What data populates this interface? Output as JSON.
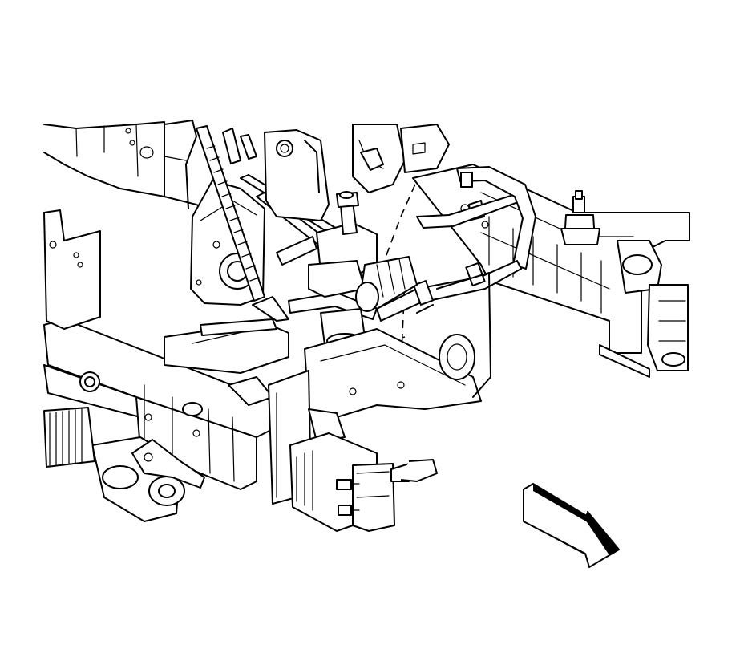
{
  "figure": {
    "kind": "exploded line illustration",
    "subject_parts": [
      "steering-gear",
      "frame-crossmember",
      "power-steering-lines",
      "module-unit",
      "tie-rod-end",
      "front-direction-arrow"
    ],
    "colors": {
      "stroke": "#000000",
      "background": "#ffffff"
    },
    "direction_arrow": {
      "icon": "arrow-icon",
      "points": "lower-right"
    }
  }
}
